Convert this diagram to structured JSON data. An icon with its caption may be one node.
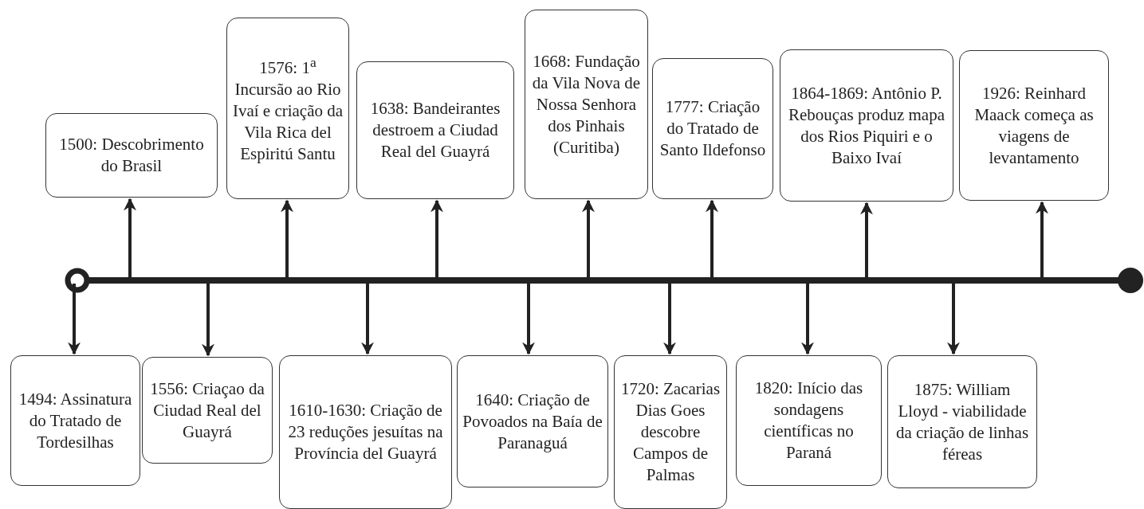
{
  "diagram": {
    "nodes": [
      {
        "text": [
          "1494: Assinatura do Tratado de Tordesilhas"
        ]
      },
      {
        "text": [
          "1500: Descobrimento do Brasil"
        ]
      },
      {
        "text": [
          "1556: Criaçao da Ciudad Real del Guayrá"
        ]
      },
      {
        "text": [
          "1576: 1$^{a}$ Incursão ao Rio Ivaí e criação da Vila Rica del Espiritú Santu"
        ]
      },
      {
        "text": [
          "1610-1630: Criação de 23 reduções jesuítas na Província del Guayrá"
        ]
      },
      {
        "text": [
          "1638: Bandeirantes destroem a Ciudad Real del Guayrá"
        ]
      },
      {
        "text": [
          "1640: Criação de Povoados na Baía de Paranaguá"
        ]
      },
      {
        "text": [
          "1668: Fundação da Vila Nova de Nossa Senhora dos Pinhais (Curitiba)"
        ]
      },
      {
        "text": [
          "1720: Zacarias Dias Goes descobre Campos de Palmas"
        ]
      },
      {
        "text": [
          "1777: Criação do Tratado de Santo Ildefonso"
        ]
      },
      {
        "text": [
          "1820: Início das sondagens científicas no Paraná"
        ]
      },
      {
        "text": [
          "1864-1869: Antônio P. Rebouças produz mapa dos Rios Piquiri e o Baixo Ivaí"
        ]
      },
      {
        "text": [
          "1875: William Lloyd - viabilidade da criação de linhas féreas"
        ]
      },
      {
        "text": [
          "1926: Reinhard Maack começa as viagens de levantamento"
        ]
      }
    ],
    "edges": [
      {
        "from": null,
        "to": 0,
        "arrow": "to"
      },
      {
        "from": null,
        "to": 1,
        "arrow": "to"
      },
      {
        "from": null,
        "to": 2,
        "arrow": "to"
      },
      {
        "from": null,
        "to": 3,
        "arrow": "to"
      },
      {
        "from": null,
        "to": 4,
        "arrow": "to"
      },
      {
        "from": null,
        "to": 5,
        "arrow": "to"
      },
      {
        "from": null,
        "to": 6,
        "arrow": "to"
      },
      {
        "from": null,
        "to": 7,
        "arrow": "to"
      },
      {
        "from": null,
        "to": 8,
        "arrow": "to"
      },
      {
        "from": null,
        "to": 9,
        "arrow": "to"
      },
      {
        "from": null,
        "to": 10,
        "arrow": "to"
      },
      {
        "from": null,
        "to": 11,
        "arrow": "to"
      },
      {
        "from": null,
        "to": 12,
        "arrow": "to"
      },
      {
        "from": null,
        "to": 13,
        "arrow": "to"
      }
    ]
  }
}
